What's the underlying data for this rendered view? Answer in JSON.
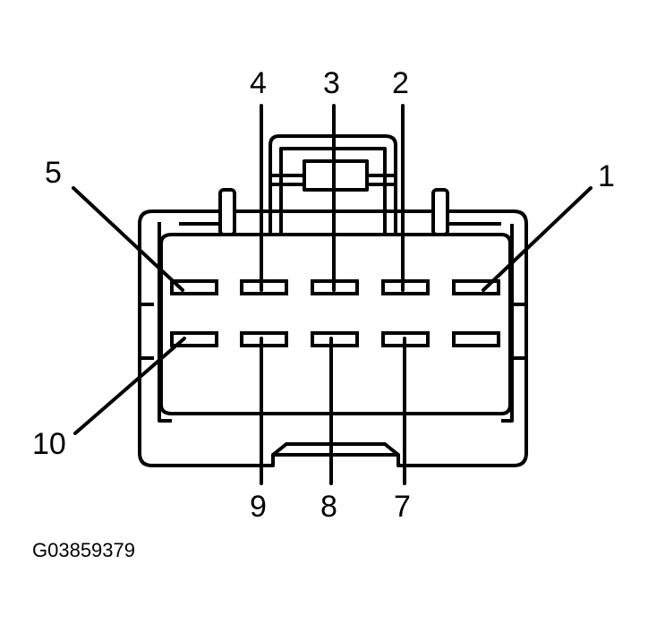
{
  "diagram": {
    "figure_code": "G03859379",
    "pins": [
      {
        "id": "1",
        "label": "1"
      },
      {
        "id": "2",
        "label": "2"
      },
      {
        "id": "3",
        "label": "3"
      },
      {
        "id": "4",
        "label": "4"
      },
      {
        "id": "5",
        "label": "5"
      },
      {
        "id": "7",
        "label": "7"
      },
      {
        "id": "8",
        "label": "8"
      },
      {
        "id": "9",
        "label": "9"
      },
      {
        "id": "10",
        "label": "10"
      }
    ]
  },
  "colors": {
    "line": "#000000",
    "background": "#ffffff"
  }
}
